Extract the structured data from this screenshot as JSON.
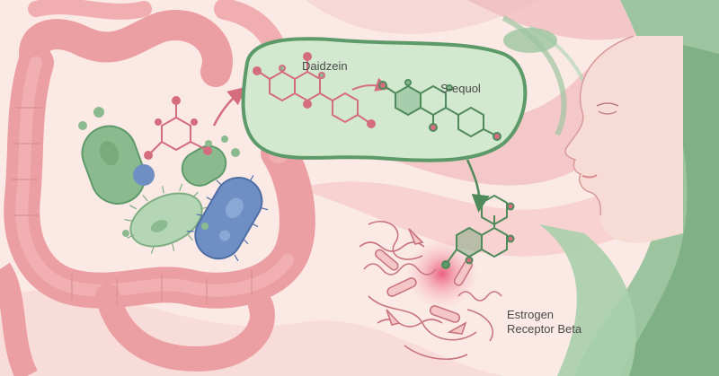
{
  "labels": {
    "daidzein": "Daidzein",
    "s_equol": "S-equol",
    "receptor_line1": "Estrogen",
    "receptor_line2": "Receptor Beta"
  },
  "colors": {
    "background": "#fbe9e6",
    "intestine": "#ec9fa2",
    "green_bacteria": "#8cba8f",
    "blue_bacteria": "#6f8fc4",
    "molecule_green": "#5d9a6a",
    "molecule_pink": "#d46d7e",
    "hair_green": "#9cc59f"
  },
  "icons": {
    "arrow_1": "arrow-right-curved",
    "arrow_2": "arrow-right-small",
    "arrow_3": "arrow-down-curved"
  }
}
